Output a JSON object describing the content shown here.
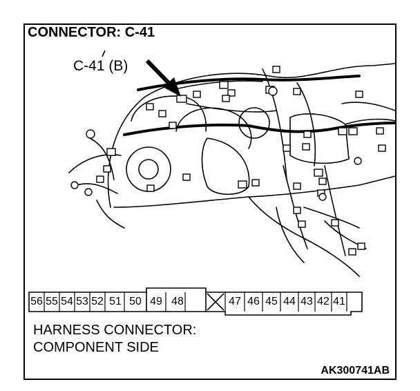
{
  "title": "CONNECTOR: C-41",
  "callout_label": "C-41 (B)",
  "connector": {
    "left_pins": [
      "56",
      "55",
      "54",
      "53",
      "52",
      "51",
      "50",
      "49",
      "48"
    ],
    "right_pins": [
      "47",
      "46",
      "45",
      "44",
      "43",
      "42",
      "41"
    ]
  },
  "side_label": {
    "line1": "HARNESS CONNECTOR:",
    "line2": "COMPONENT SIDE"
  },
  "figure_code": "AK300741AB"
}
